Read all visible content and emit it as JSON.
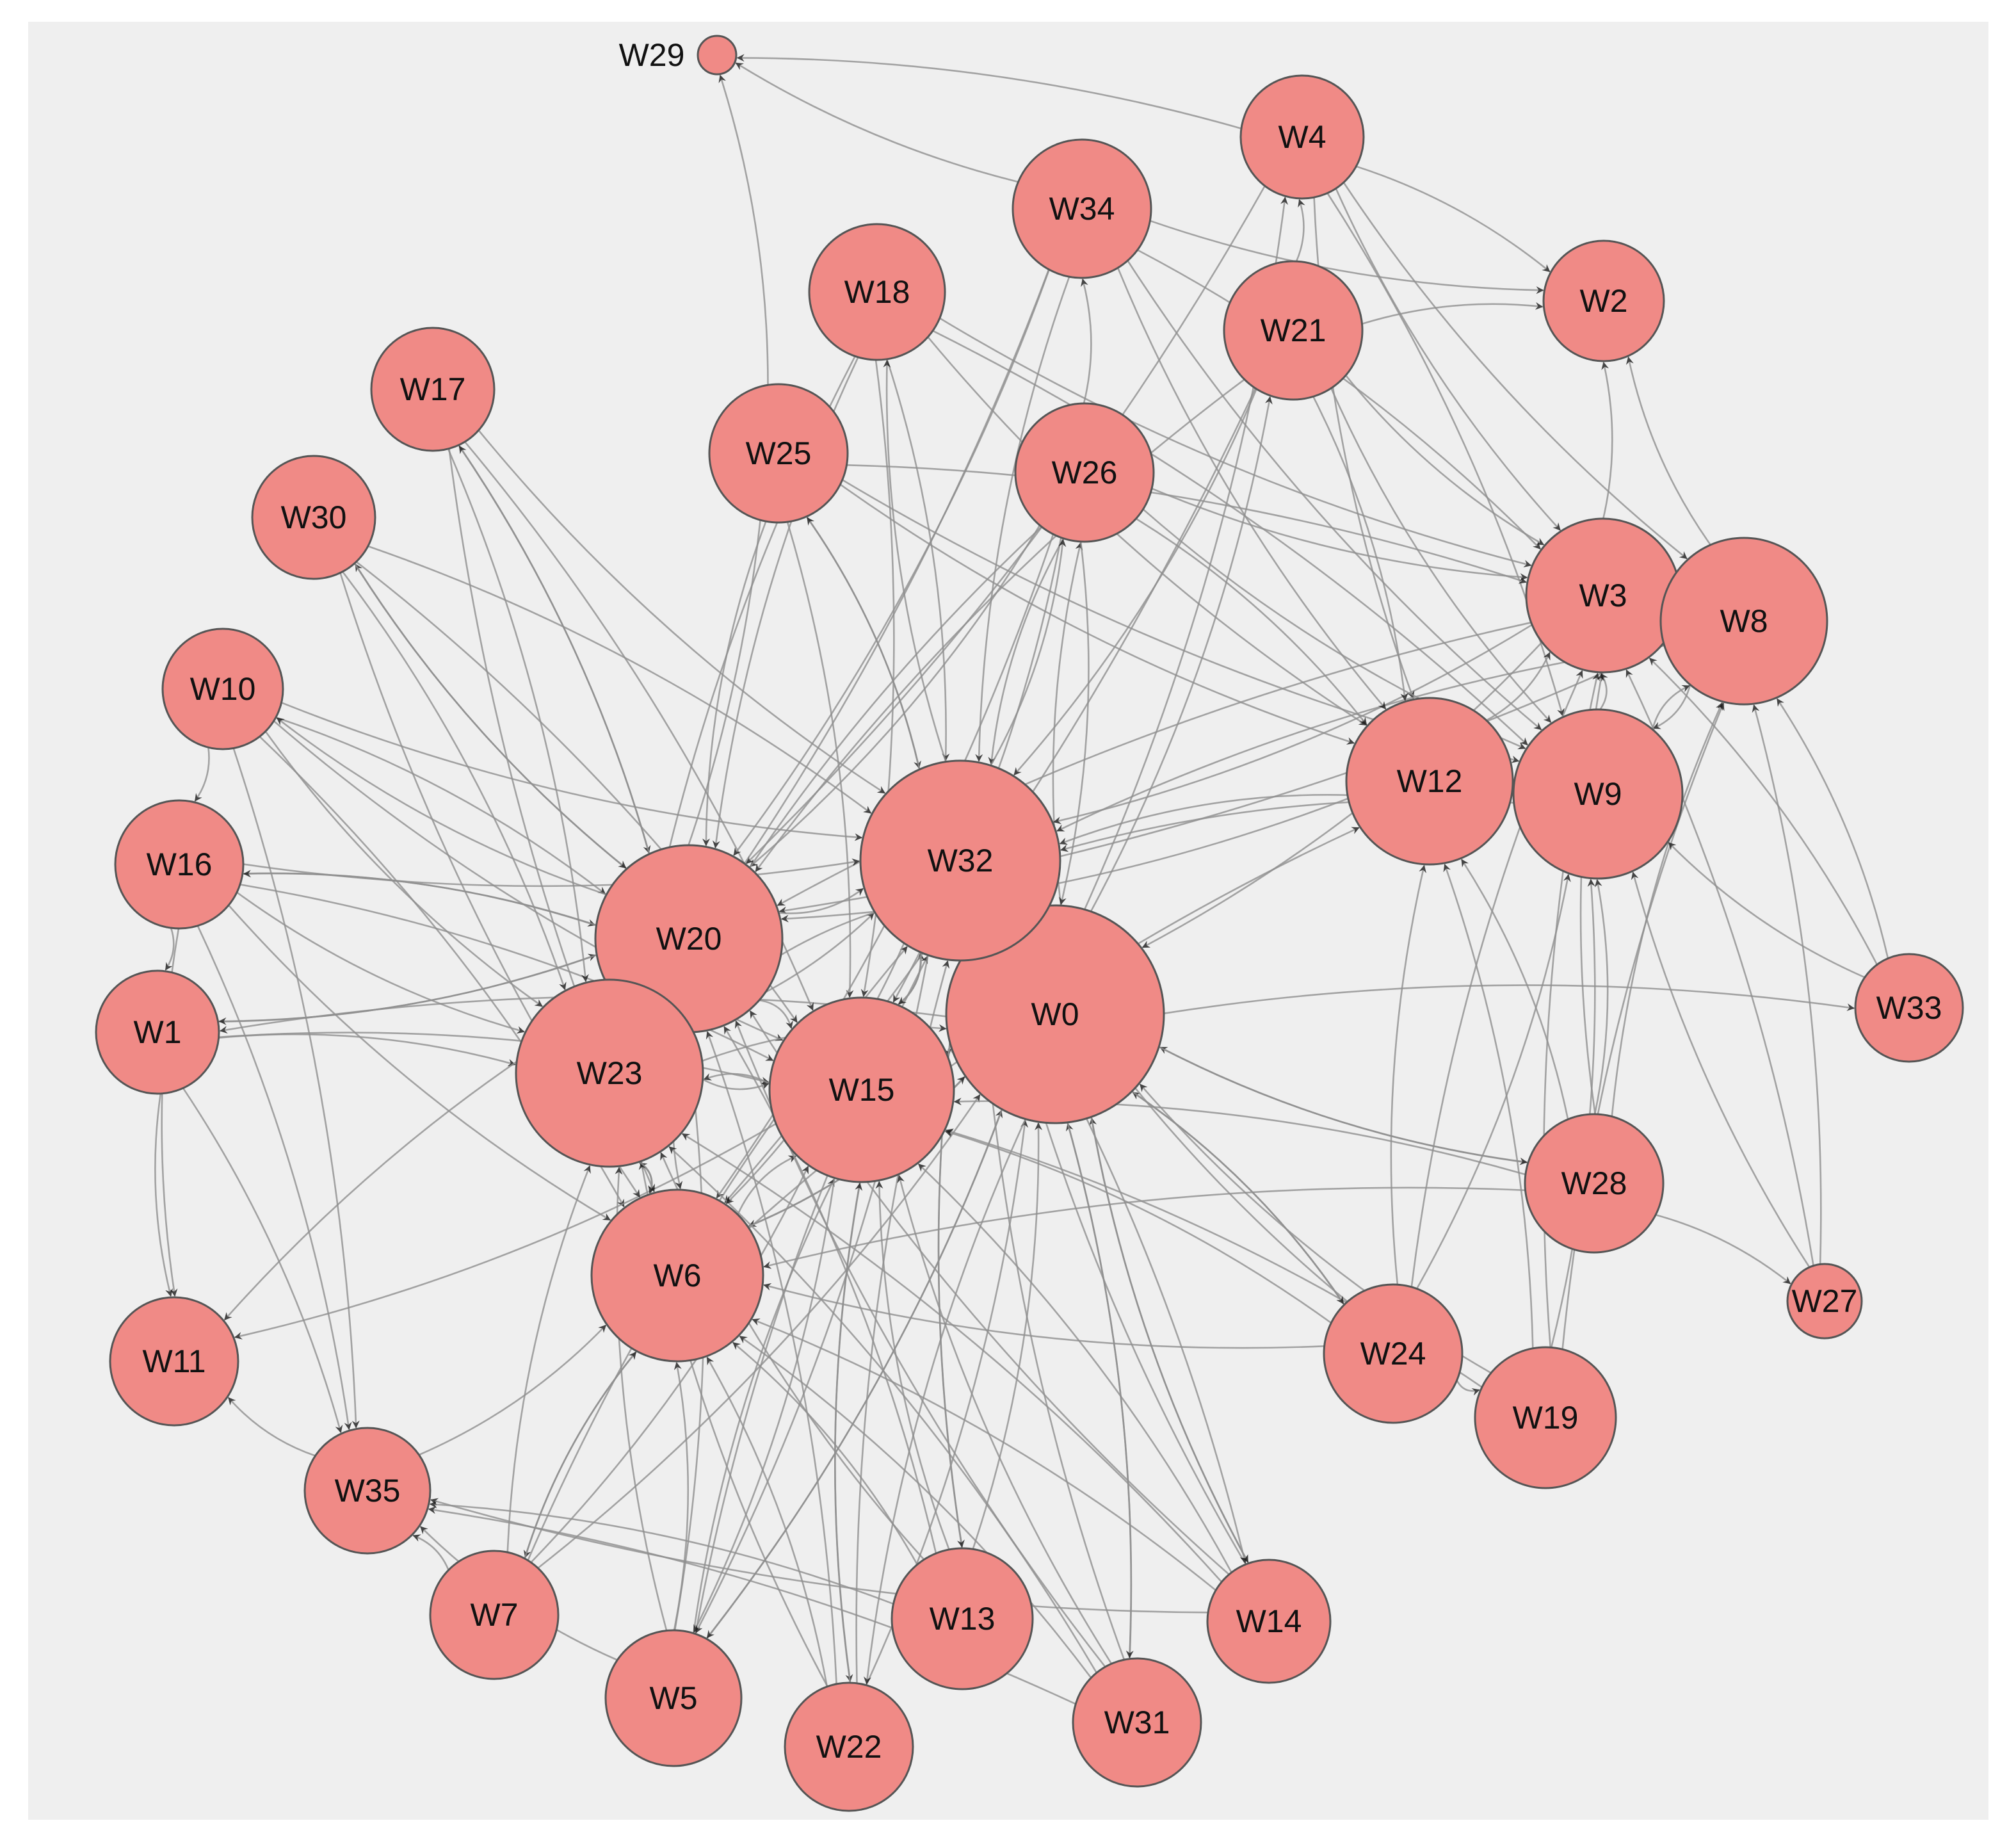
{
  "colors": {
    "panel": "#efefef",
    "node_fill": "#f08a86",
    "node_stroke": "#555555",
    "edge": "#8f8f8f",
    "arrow": "#1a1a1a"
  },
  "graph": {
    "nodes": [
      {
        "id": "W0",
        "label": "W0"
      },
      {
        "id": "W1",
        "label": "W1"
      },
      {
        "id": "W2",
        "label": "W2"
      },
      {
        "id": "W3",
        "label": "W3"
      },
      {
        "id": "W4",
        "label": "W4"
      },
      {
        "id": "W5",
        "label": "W5"
      },
      {
        "id": "W6",
        "label": "W6"
      },
      {
        "id": "W7",
        "label": "W7"
      },
      {
        "id": "W8",
        "label": "W8"
      },
      {
        "id": "W9",
        "label": "W9"
      },
      {
        "id": "W10",
        "label": "W10"
      },
      {
        "id": "W11",
        "label": "W11"
      },
      {
        "id": "W12",
        "label": "W12"
      },
      {
        "id": "W13",
        "label": "W13"
      },
      {
        "id": "W14",
        "label": "W14"
      },
      {
        "id": "W15",
        "label": "W15"
      },
      {
        "id": "W16",
        "label": "W16"
      },
      {
        "id": "W17",
        "label": "W17"
      },
      {
        "id": "W18",
        "label": "W18"
      },
      {
        "id": "W19",
        "label": "W19"
      },
      {
        "id": "W20",
        "label": "W20"
      },
      {
        "id": "W21",
        "label": "W21"
      },
      {
        "id": "W22",
        "label": "W22"
      },
      {
        "id": "W23",
        "label": "W23"
      },
      {
        "id": "W24",
        "label": "W24"
      },
      {
        "id": "W25",
        "label": "W25"
      },
      {
        "id": "W26",
        "label": "W26"
      },
      {
        "id": "W27",
        "label": "W27"
      },
      {
        "id": "W28",
        "label": "W28"
      },
      {
        "id": "W29",
        "label": "W29"
      },
      {
        "id": "W30",
        "label": "W30"
      },
      {
        "id": "W31",
        "label": "W31"
      },
      {
        "id": "W32",
        "label": "W32"
      },
      {
        "id": "W33",
        "label": "W33"
      },
      {
        "id": "W34",
        "label": "W34"
      },
      {
        "id": "W35",
        "label": "W35"
      }
    ],
    "edges": [
      [
        "W0",
        "W33"
      ],
      [
        "W0",
        "W21"
      ],
      [
        "W0",
        "W26"
      ],
      [
        "W0",
        "W4"
      ],
      [
        "W0",
        "W6"
      ],
      [
        "W0",
        "W1"
      ],
      [
        "W0",
        "W32"
      ],
      [
        "W0",
        "W15"
      ],
      [
        "W1",
        "W23"
      ],
      [
        "W1",
        "W11"
      ],
      [
        "W1",
        "W35"
      ],
      [
        "W1",
        "W20"
      ],
      [
        "W1",
        "W15"
      ],
      [
        "W3",
        "W2"
      ],
      [
        "W3",
        "W32"
      ],
      [
        "W3",
        "W20"
      ],
      [
        "W3",
        "W0"
      ],
      [
        "W4",
        "W29"
      ],
      [
        "W4",
        "W2"
      ],
      [
        "W4",
        "W3"
      ],
      [
        "W4",
        "W9"
      ],
      [
        "W4",
        "W8"
      ],
      [
        "W4",
        "W20"
      ],
      [
        "W4",
        "W12"
      ],
      [
        "W5",
        "W15"
      ],
      [
        "W5",
        "W6"
      ],
      [
        "W5",
        "W32"
      ],
      [
        "W5",
        "W20"
      ],
      [
        "W5",
        "W35"
      ],
      [
        "W5",
        "W0"
      ],
      [
        "W5",
        "W23"
      ],
      [
        "W6",
        "W7"
      ],
      [
        "W6",
        "W15"
      ],
      [
        "W6",
        "W23"
      ],
      [
        "W6",
        "W12"
      ],
      [
        "W6",
        "W0"
      ],
      [
        "W7",
        "W6"
      ],
      [
        "W7",
        "W15"
      ],
      [
        "W7",
        "W32"
      ],
      [
        "W7",
        "W35"
      ],
      [
        "W7",
        "W23"
      ],
      [
        "W7",
        "W0"
      ],
      [
        "W8",
        "W2"
      ],
      [
        "W8",
        "W3"
      ],
      [
        "W8",
        "W9"
      ],
      [
        "W8",
        "W32"
      ],
      [
        "W8",
        "W20"
      ],
      [
        "W9",
        "W3"
      ],
      [
        "W9",
        "W8"
      ],
      [
        "W9",
        "W32"
      ],
      [
        "W10",
        "W35"
      ],
      [
        "W10",
        "W23"
      ],
      [
        "W10",
        "W6"
      ],
      [
        "W10",
        "W15"
      ],
      [
        "W10",
        "W16"
      ],
      [
        "W10",
        "W32"
      ],
      [
        "W10",
        "W20"
      ],
      [
        "W12",
        "W3"
      ],
      [
        "W12",
        "W9"
      ],
      [
        "W12",
        "W32"
      ],
      [
        "W12",
        "W20"
      ],
      [
        "W13",
        "W6"
      ],
      [
        "W13",
        "W15"
      ],
      [
        "W13",
        "W0"
      ],
      [
        "W13",
        "W23"
      ],
      [
        "W13",
        "W35"
      ],
      [
        "W13",
        "W32"
      ],
      [
        "W13",
        "W20"
      ],
      [
        "W14",
        "W0"
      ],
      [
        "W14",
        "W15"
      ],
      [
        "W14",
        "W35"
      ],
      [
        "W14",
        "W6"
      ],
      [
        "W14",
        "W32"
      ],
      [
        "W14",
        "W23"
      ],
      [
        "W14",
        "W20"
      ],
      [
        "W15",
        "W23"
      ],
      [
        "W15",
        "W11"
      ],
      [
        "W15",
        "W32"
      ],
      [
        "W15",
        "W5"
      ],
      [
        "W15",
        "W22"
      ],
      [
        "W16",
        "W1"
      ],
      [
        "W16",
        "W11"
      ],
      [
        "W16",
        "W35"
      ],
      [
        "W16",
        "W23"
      ],
      [
        "W16",
        "W20"
      ],
      [
        "W16",
        "W6"
      ],
      [
        "W16",
        "W15"
      ],
      [
        "W16",
        "W32"
      ],
      [
        "W17",
        "W23"
      ],
      [
        "W17",
        "W6"
      ],
      [
        "W17",
        "W15"
      ],
      [
        "W17",
        "W32"
      ],
      [
        "W17",
        "W20"
      ],
      [
        "W18",
        "W20"
      ],
      [
        "W18",
        "W32"
      ],
      [
        "W18",
        "W3"
      ],
      [
        "W18",
        "W9"
      ],
      [
        "W18",
        "W12"
      ],
      [
        "W18",
        "W15"
      ],
      [
        "W18",
        "W23"
      ],
      [
        "W19",
        "W3"
      ],
      [
        "W19",
        "W9"
      ],
      [
        "W19",
        "W8"
      ],
      [
        "W19",
        "W12"
      ],
      [
        "W19",
        "W0"
      ],
      [
        "W19",
        "W15"
      ],
      [
        "W20",
        "W1"
      ],
      [
        "W20",
        "W16"
      ],
      [
        "W20",
        "W10"
      ],
      [
        "W20",
        "W17"
      ],
      [
        "W20",
        "W30"
      ],
      [
        "W20",
        "W11"
      ],
      [
        "W20",
        "W15"
      ],
      [
        "W20",
        "W6"
      ],
      [
        "W20",
        "W23"
      ],
      [
        "W20",
        "W32"
      ],
      [
        "W21",
        "W2"
      ],
      [
        "W21",
        "W3"
      ],
      [
        "W21",
        "W12"
      ],
      [
        "W21",
        "W9"
      ],
      [
        "W21",
        "W32"
      ],
      [
        "W21",
        "W20"
      ],
      [
        "W21",
        "W6"
      ],
      [
        "W21",
        "W4"
      ],
      [
        "W22",
        "W15"
      ],
      [
        "W22",
        "W6"
      ],
      [
        "W22",
        "W23"
      ],
      [
        "W22",
        "W20"
      ],
      [
        "W22",
        "W32"
      ],
      [
        "W22",
        "W0"
      ],
      [
        "W23",
        "W6"
      ],
      [
        "W23",
        "W15"
      ],
      [
        "W23",
        "W20"
      ],
      [
        "W23",
        "W32"
      ],
      [
        "W23",
        "W0"
      ],
      [
        "W24",
        "W0"
      ],
      [
        "W24",
        "W12"
      ],
      [
        "W24",
        "W9"
      ],
      [
        "W24",
        "W3"
      ],
      [
        "W24",
        "W15"
      ],
      [
        "W24",
        "W6"
      ],
      [
        "W24",
        "W19"
      ],
      [
        "W24",
        "W32"
      ],
      [
        "W25",
        "W29"
      ],
      [
        "W25",
        "W32"
      ],
      [
        "W25",
        "W20"
      ],
      [
        "W25",
        "W23"
      ],
      [
        "W25",
        "W12"
      ],
      [
        "W25",
        "W3"
      ],
      [
        "W25",
        "W9"
      ],
      [
        "W25",
        "W15"
      ],
      [
        "W26",
        "W34"
      ],
      [
        "W26",
        "W20"
      ],
      [
        "W26",
        "W23"
      ],
      [
        "W26",
        "W6"
      ],
      [
        "W26",
        "W3"
      ],
      [
        "W26",
        "W12"
      ],
      [
        "W26",
        "W9"
      ],
      [
        "W26",
        "W15"
      ],
      [
        "W26",
        "W32"
      ],
      [
        "W26",
        "W0"
      ],
      [
        "W27",
        "W8"
      ],
      [
        "W27",
        "W9"
      ],
      [
        "W27",
        "W3"
      ],
      [
        "W28",
        "W0"
      ],
      [
        "W28",
        "W6"
      ],
      [
        "W28",
        "W27"
      ],
      [
        "W28",
        "W9"
      ],
      [
        "W28",
        "W8"
      ],
      [
        "W28",
        "W12"
      ],
      [
        "W28",
        "W3"
      ],
      [
        "W28",
        "W15"
      ],
      [
        "W30",
        "W23"
      ],
      [
        "W30",
        "W6"
      ],
      [
        "W30",
        "W15"
      ],
      [
        "W30",
        "W20"
      ],
      [
        "W30",
        "W32"
      ],
      [
        "W31",
        "W0"
      ],
      [
        "W31",
        "W15"
      ],
      [
        "W31",
        "W6"
      ],
      [
        "W31",
        "W32"
      ],
      [
        "W31",
        "W23"
      ],
      [
        "W31",
        "W20"
      ],
      [
        "W31",
        "W35"
      ],
      [
        "W32",
        "W15"
      ],
      [
        "W32",
        "W23"
      ],
      [
        "W32",
        "W6"
      ],
      [
        "W32",
        "W25"
      ],
      [
        "W32",
        "W18"
      ],
      [
        "W32",
        "W26"
      ],
      [
        "W32",
        "W14"
      ],
      [
        "W32",
        "W13"
      ],
      [
        "W32",
        "W5"
      ],
      [
        "W33",
        "W3"
      ],
      [
        "W33",
        "W9"
      ],
      [
        "W33",
        "W8"
      ],
      [
        "W34",
        "W29"
      ],
      [
        "W34",
        "W2"
      ],
      [
        "W34",
        "W3"
      ],
      [
        "W34",
        "W12"
      ],
      [
        "W34",
        "W20"
      ],
      [
        "W34",
        "W32"
      ],
      [
        "W34",
        "W23"
      ],
      [
        "W34",
        "W9"
      ],
      [
        "W35",
        "W11"
      ],
      [
        "W35",
        "W6"
      ],
      [
        "W0",
        "W31"
      ],
      [
        "W0",
        "W14"
      ],
      [
        "W0",
        "W24"
      ],
      [
        "W0",
        "W22"
      ],
      [
        "W0",
        "W5"
      ],
      [
        "W0",
        "W28"
      ]
    ]
  }
}
